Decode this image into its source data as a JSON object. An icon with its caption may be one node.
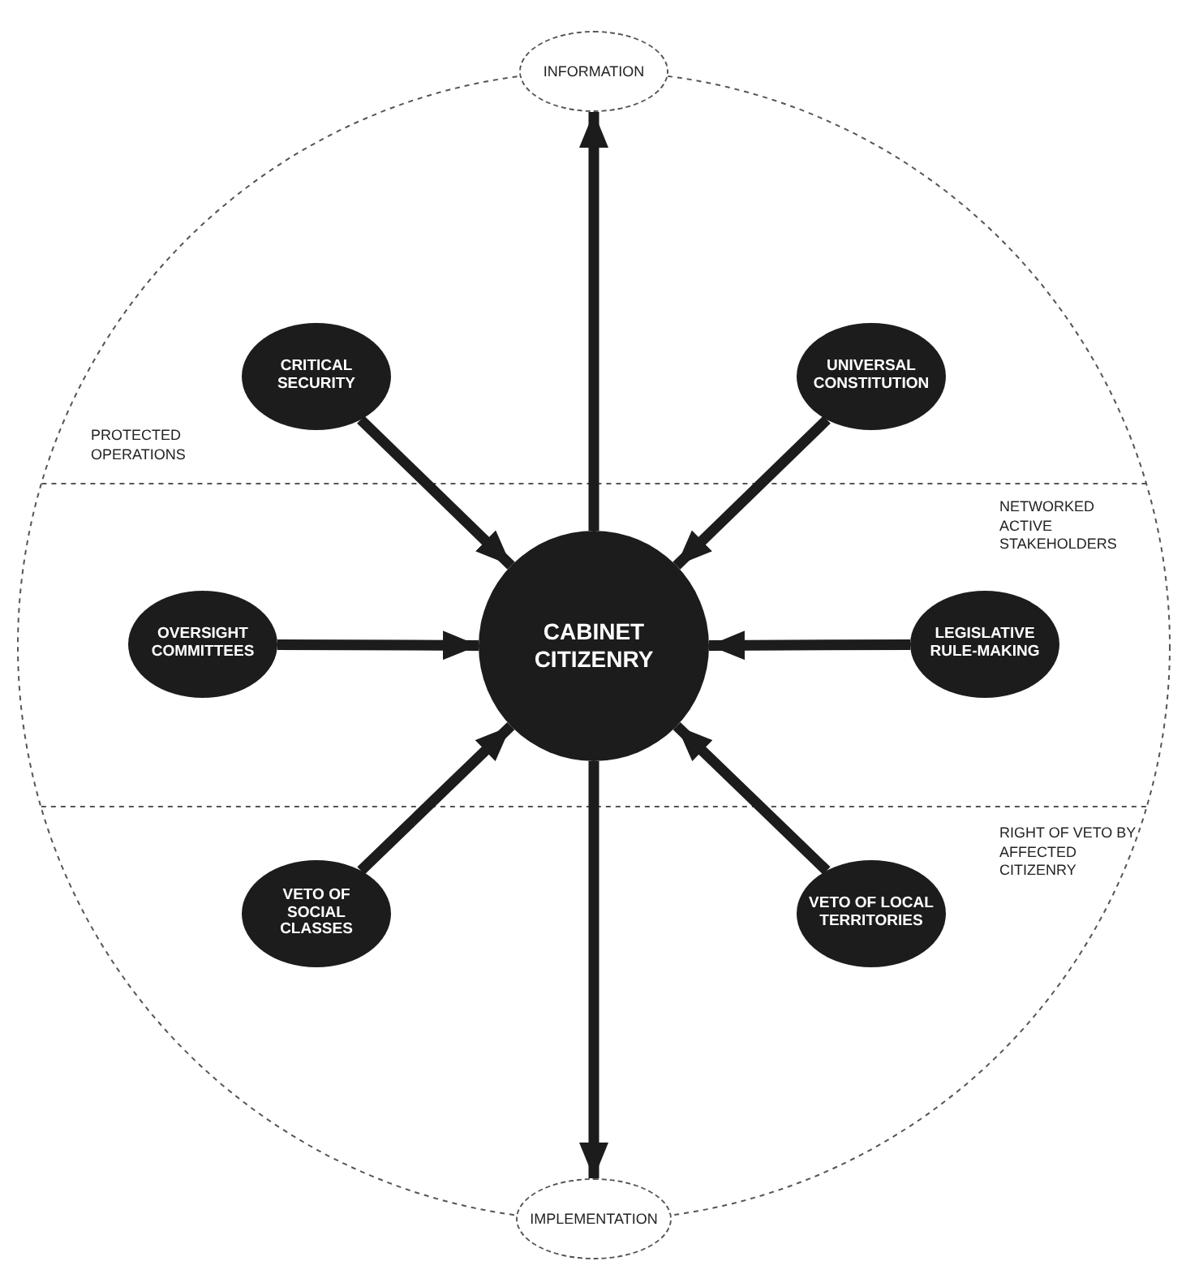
{
  "diagram": {
    "nodes": [
      {
        "text": [
          "INFORMATION"
        ]
      },
      {
        "text": [
          "CRITICAL SECURITY"
        ]
      },
      {
        "text": [
          "UNIVERSAL CONSTITUTION"
        ]
      },
      {
        "text": [
          "OVERSIGHT COMMITTEES"
        ]
      },
      {
        "text": [
          "CABINET CITIZENRY"
        ]
      },
      {
        "text": [
          "LEGISLATIVE RULE-MAKING"
        ]
      },
      {
        "text": [
          "VETO OF SOCIAL CLASSES"
        ]
      },
      {
        "text": [
          "VETO OF LOCAL TERRITORIES"
        ]
      },
      {
        "text": [
          "IMPLEMENTATION"
        ]
      }
    ],
    "edges": [
      {
        "from": 4,
        "to": 0,
        "arrow": "to"
      },
      {
        "from": 1,
        "to": 4,
        "arrow": "to"
      },
      {
        "from": 2,
        "to": 4,
        "arrow": "to"
      },
      {
        "from": 3,
        "to": 4,
        "arrow": "to"
      },
      {
        "from": 5,
        "to": 4,
        "arrow": "to"
      },
      {
        "from": 6,
        "to": 4,
        "arrow": "to"
      },
      {
        "from": 7,
        "to": 4,
        "arrow": "to"
      },
      {
        "from": 4,
        "to": 8,
        "arrow": "to"
      }
    ],
    "labels": [
      "PROTECTED OPERATIONS",
      "NETWORKED ACTIVE STAKEHOLDERS",
      "RIGHT OF VETO BY AFFECTED CITIZENRY"
    ]
  }
}
